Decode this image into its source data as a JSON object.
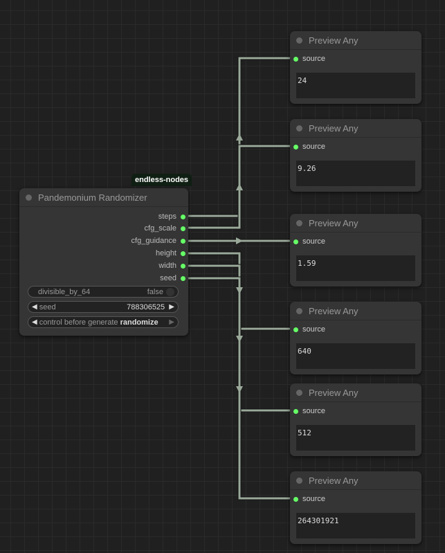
{
  "badge": "endless-nodes",
  "randomizer": {
    "title": "Pandemonium Randomizer",
    "outputs": [
      "steps",
      "cfg_scale",
      "cfg_guidance",
      "height",
      "width",
      "seed"
    ],
    "divisible": {
      "label": "divisible_by_64",
      "value": "false"
    },
    "seed": {
      "label": "seed",
      "value": "788306525"
    },
    "control": {
      "label": "control before generate",
      "value": "randomize"
    }
  },
  "previews": [
    {
      "title": "Preview Any",
      "input": "source",
      "value": "24"
    },
    {
      "title": "Preview Any",
      "input": "source",
      "value": "9.26"
    },
    {
      "title": "Preview Any",
      "input": "source",
      "value": "1.59"
    },
    {
      "title": "Preview Any",
      "input": "source",
      "value": "640"
    },
    {
      "title": "Preview Any",
      "input": "source",
      "value": "512"
    },
    {
      "title": "Preview Any",
      "input": "source",
      "value": "264301921"
    }
  ],
  "colors": {
    "wire": "#9aa99a",
    "slot": "#66ff66"
  }
}
